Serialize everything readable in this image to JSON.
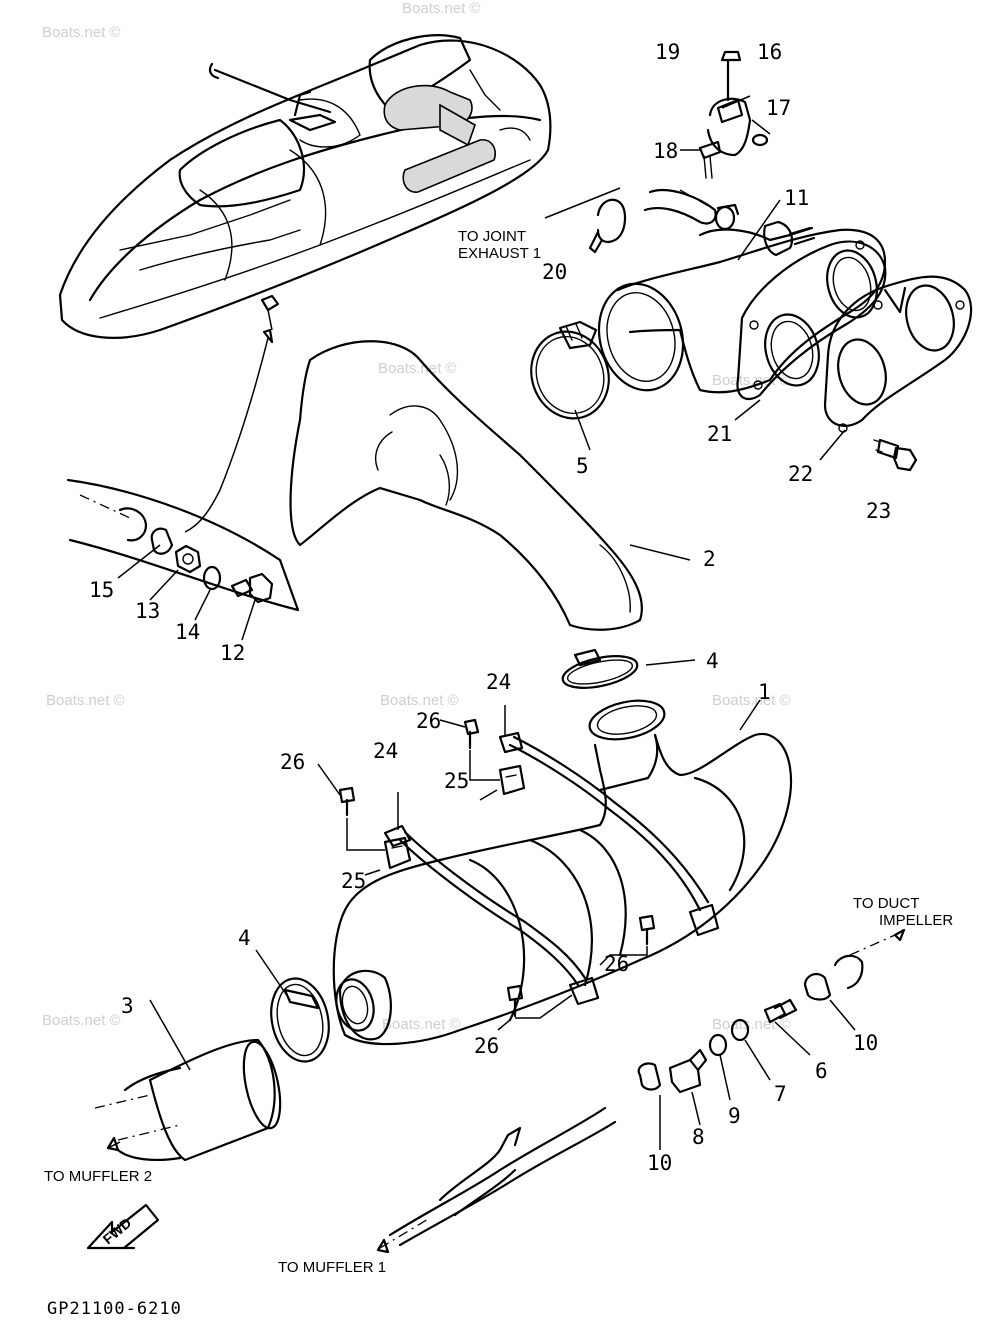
{
  "watermark": "Boats.net ©",
  "diagram_code": "GP21100-6210",
  "fwd_badge": "FWD",
  "notes": {
    "to_joint_line1": "TO JOINT",
    "to_joint_line2": "EXHAUST 1",
    "to_duct_line1": "TO DUCT",
    "to_duct_line2": "IMPELLER",
    "to_muffler_2": "TO MUFFLER 2",
    "to_muffler_1": "TO MUFFLER 1"
  },
  "callouts": {
    "p1": "1",
    "p2": "2",
    "p3": "3",
    "p4a": "4",
    "p4b": "4",
    "p5": "5",
    "p6": "6",
    "p7": "7",
    "p8": "8",
    "p9": "9",
    "p10a": "10",
    "p10b": "10",
    "p11": "11",
    "p12": "12",
    "p13": "13",
    "p14": "14",
    "p15": "15",
    "p16": "16",
    "p17": "17",
    "p18": "18",
    "p19": "19",
    "p20": "20",
    "p21": "21",
    "p22": "22",
    "p23": "23",
    "p24a": "24",
    "p24b": "24",
    "p25a": "25",
    "p25b": "25",
    "p26a": "26",
    "p26b": "26",
    "p26c": "26",
    "p26d": "26"
  }
}
